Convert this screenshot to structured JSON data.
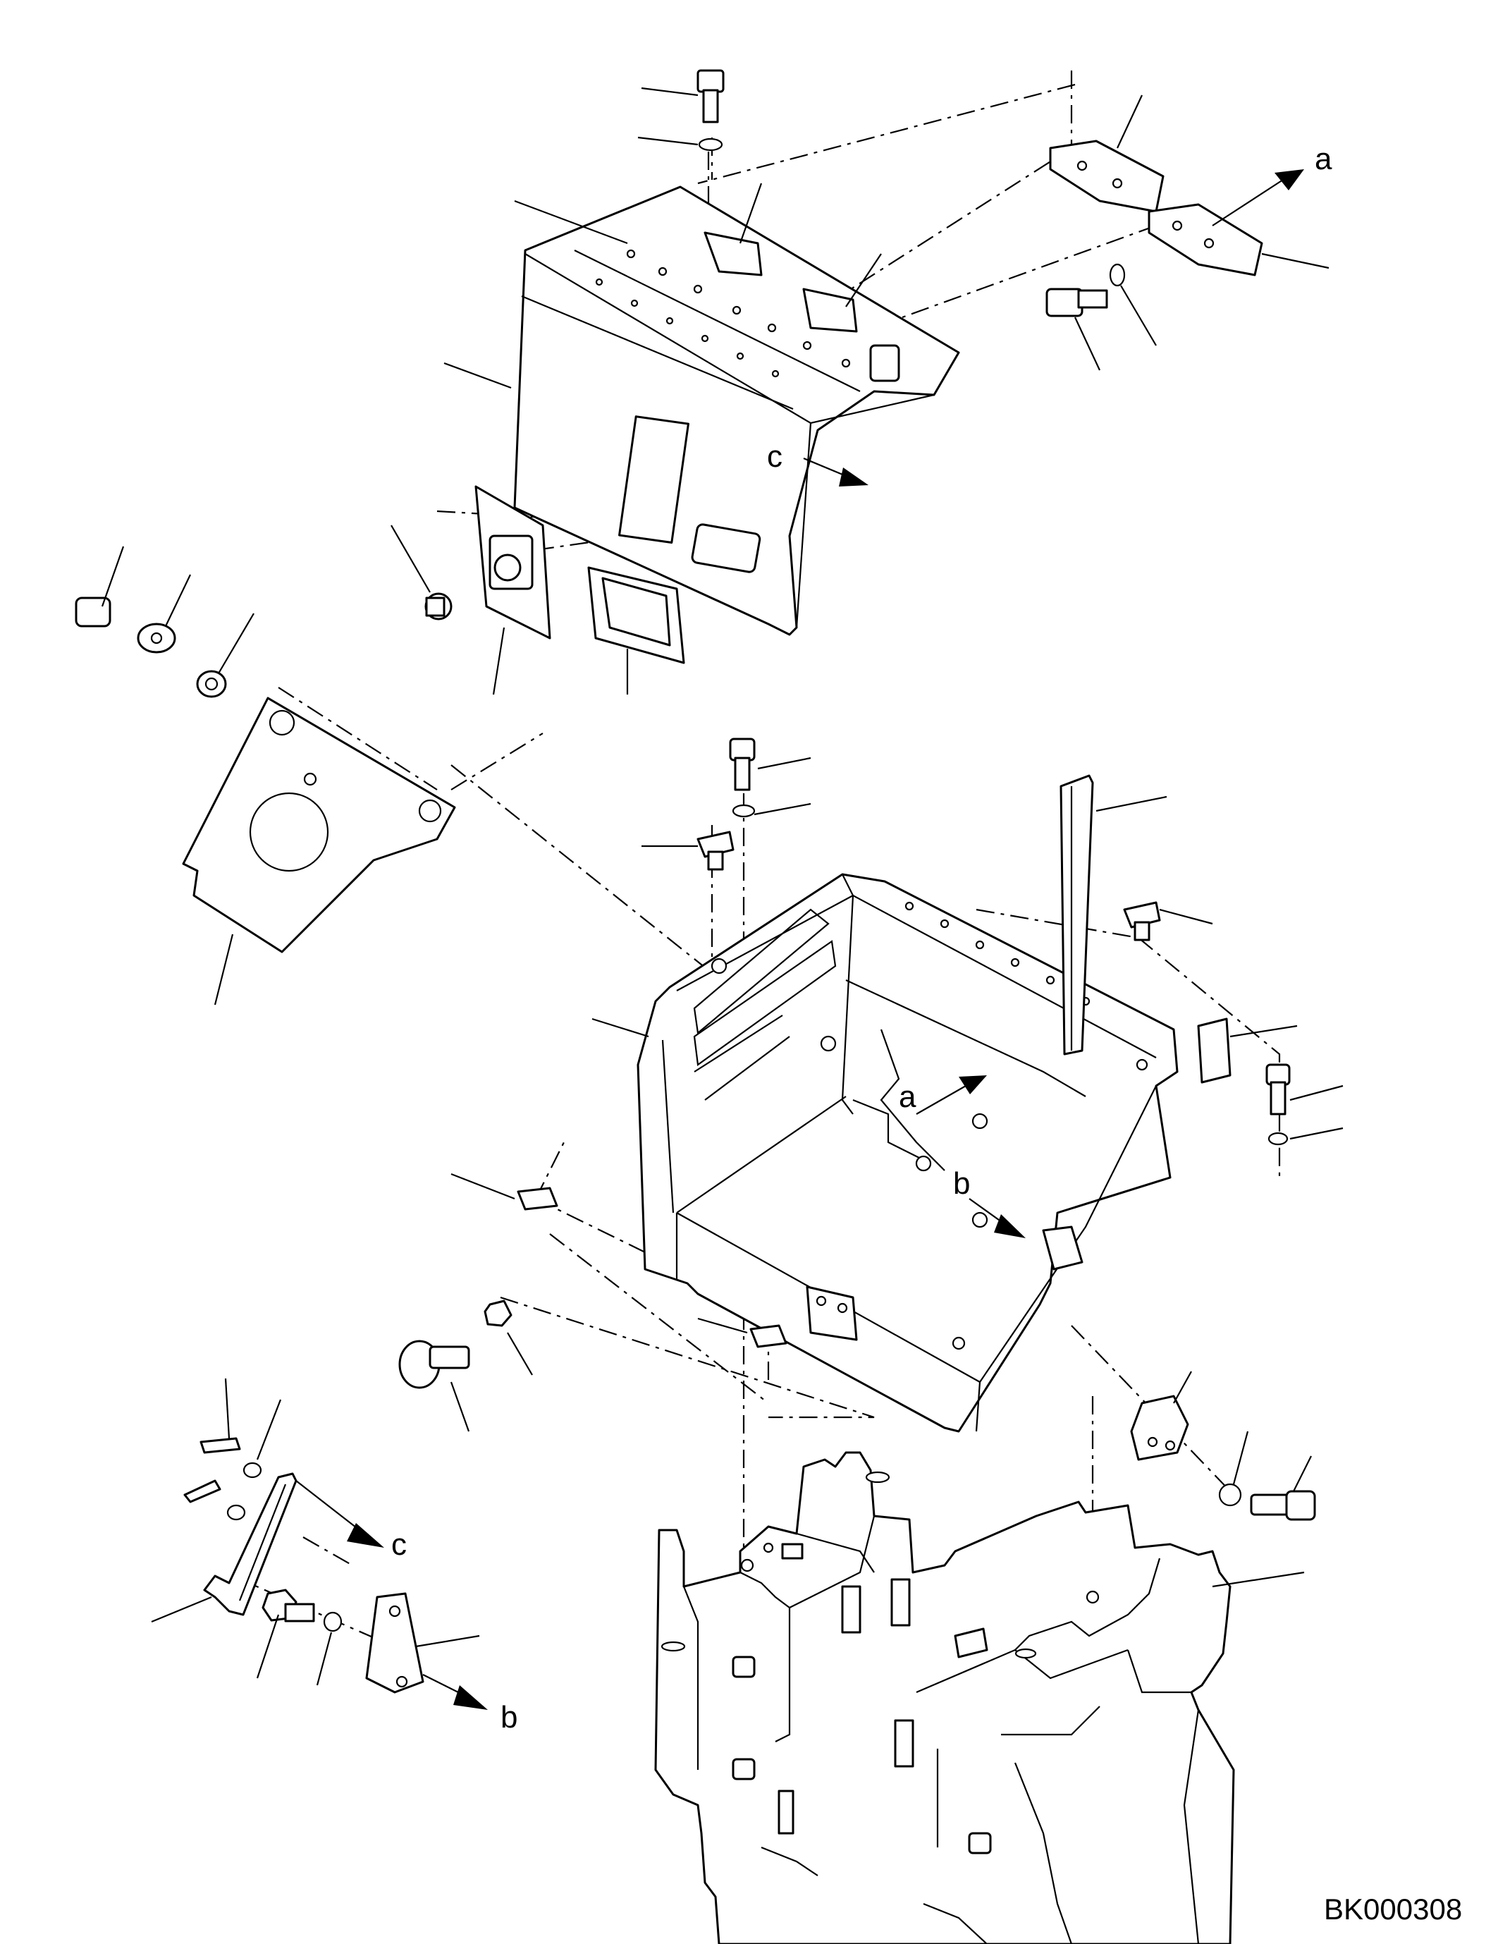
{
  "figure": {
    "code": "BK000308",
    "callouts": {
      "a_top": "a",
      "a_inner": "a",
      "b_inner": "b",
      "b_bottom": "b",
      "c_cover": "c",
      "c_bottom": "c"
    }
  }
}
